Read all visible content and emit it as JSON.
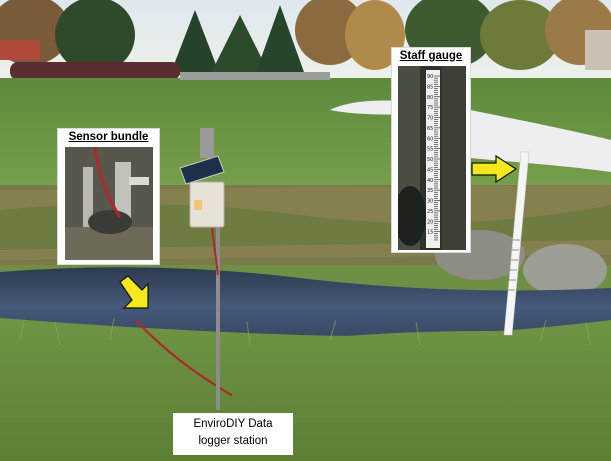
{
  "labels": {
    "sensor_bundle": "Sensor bundle",
    "staff_gauge": "Staff gauge",
    "caption_line1": "EnviroDIY Data",
    "caption_line2": "logger station"
  },
  "gauge_ticks": [
    "90",
    "85",
    "80",
    "75",
    "70",
    "65",
    "60",
    "55",
    "50",
    "45",
    "40",
    "35",
    "30",
    "25",
    "20",
    "15"
  ],
  "colors": {
    "arrow_yellow": "#f4e91c",
    "grass": "#6f8f45",
    "water": "#3a4a62",
    "sand": "#eeeef0",
    "sky": "#e8eef2"
  },
  "icons": [
    "arrow-down-right-icon",
    "arrow-right-icon"
  ]
}
